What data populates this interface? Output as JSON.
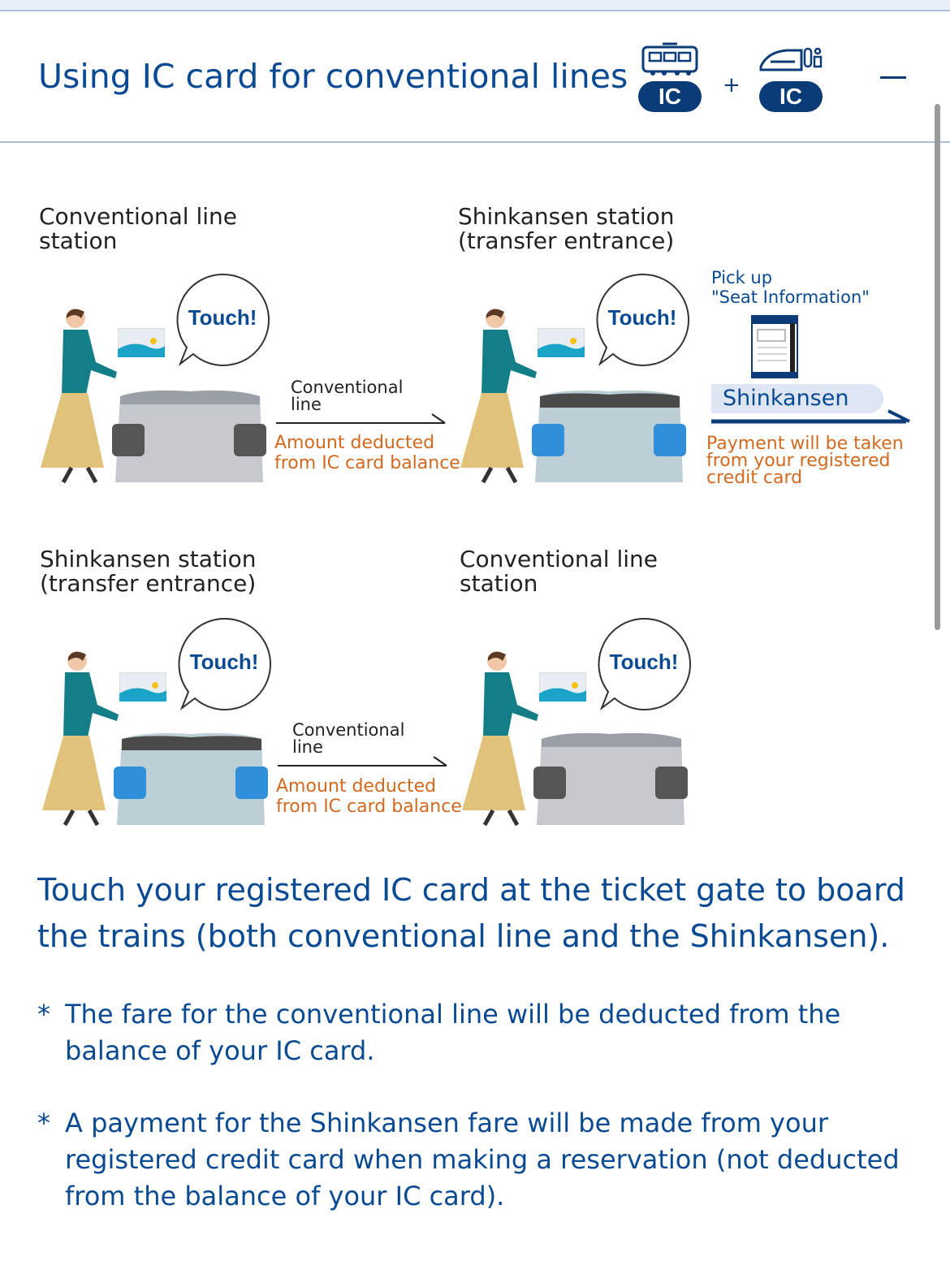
{
  "header": {
    "title": "Using IC card for conventional lines",
    "badge_left_label": "IC",
    "badge_right_label": "IC",
    "plus": "+",
    "collapse_icon": "minus-icon"
  },
  "scenes": {
    "top_left": {
      "title": "Conventional line\nstation",
      "touch": "Touch!"
    },
    "top_right": {
      "title": "Shinkansen station\n(transfer entrance)",
      "touch": "Touch!"
    },
    "bottom_left": {
      "title": "Shinkansen station\n(transfer entrance)",
      "touch": "Touch!"
    },
    "bottom_right": {
      "title": "Conventional line\nstation",
      "touch": "Touch!"
    }
  },
  "transfers": {
    "top": {
      "line_label": "Conventional\nline",
      "deduct_note": "Amount deducted\nfrom IC card balance"
    },
    "bottom": {
      "line_label": "Conventional\nline",
      "deduct_note": "Amount deducted\nfrom IC card balance"
    }
  },
  "shinkansen_panel": {
    "pickup": "Pick up\n\"Seat Information\"",
    "band_label": "Shinkansen",
    "payment_note": "Payment will be taken\nfrom your registered\ncredit card"
  },
  "body": {
    "lead": "Touch your registered IC card at the ticket gate to board the trains (both conventional line and the Shinkansen).",
    "notes": [
      {
        "marker": "*",
        "text": "The fare for the conventional line will be deducted from the balance of your IC card."
      },
      {
        "marker": "*",
        "text": "A payment for the Shinkansen fare will be made from your registered credit card when making a reservation (not deducted from the balance of your IC card)."
      }
    ]
  },
  "colors": {
    "brand_blue": "#0a4a93",
    "navy": "#0b3c78",
    "orange": "#d2691e",
    "gate_grey": "#c5c8cc",
    "gate_shinkansen": "#bccfd6",
    "panel_blue": "#2f8fd8"
  }
}
